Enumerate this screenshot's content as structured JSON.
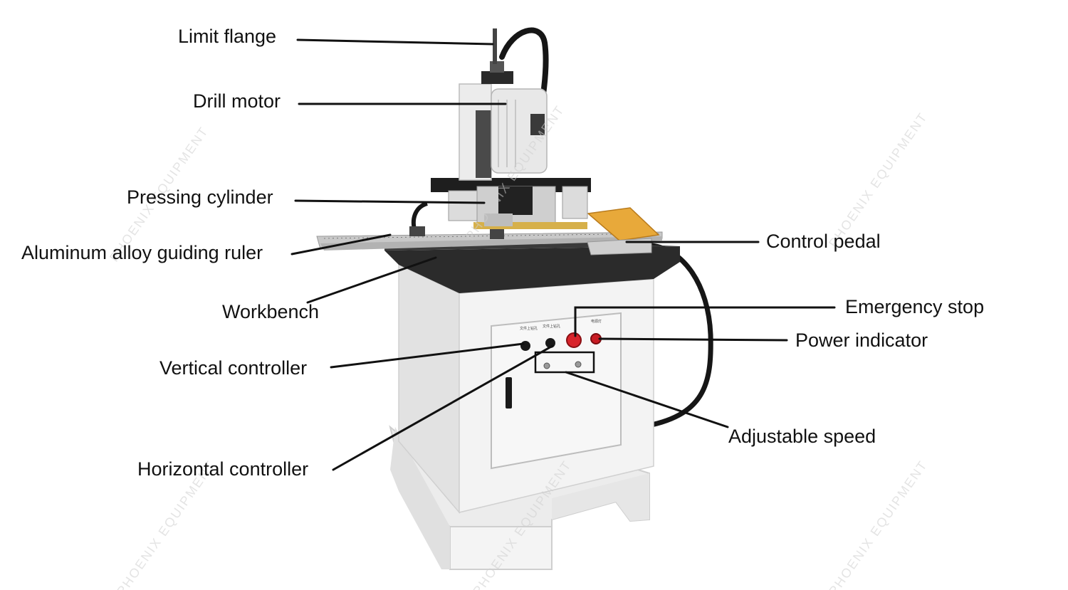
{
  "labels": {
    "limit_flange": "Limit flange",
    "drill_motor": "Drill motor",
    "pressing_cylinder": "Pressing cylinder",
    "aluminum_ruler": "Aluminum alloy guiding ruler",
    "workbench": "Workbench",
    "vertical_controller": "Vertical controller",
    "horizontal_controller": "Horizontal controller",
    "control_pedal": "Control pedal",
    "emergency_stop": "Emergency stop",
    "power_indicator": "Power indicator",
    "adjustable_speed": "Adjustable speed"
  },
  "watermark": "PHOENIX EQUIPMENT",
  "colors": {
    "cabinet": "#f1f1f1",
    "cabinet_shadow": "#d9d9d9",
    "worktop": "#2b2b2b",
    "rail": "#c8c8c8",
    "motor_body": "#e8e8e8",
    "clamp_black": "#1e1e1e",
    "pedal": "#e8a93a",
    "stop_button": "#d8242b",
    "power_lamp": "#c91c24",
    "leader_line": "#111111",
    "cable": "#161616"
  }
}
